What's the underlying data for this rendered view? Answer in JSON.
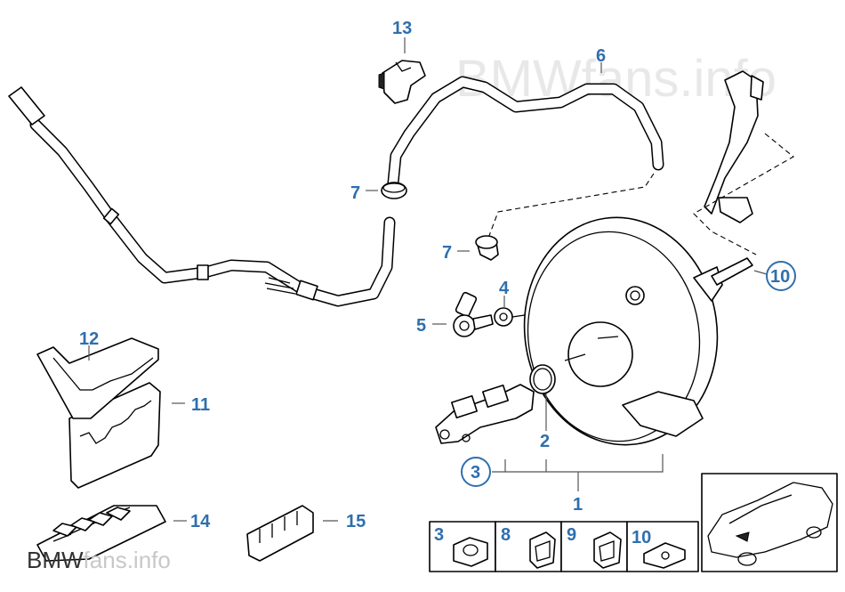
{
  "watermark_top": "BMWfans.info",
  "watermark_bottom": {
    "prefix": "BMW",
    "suffix": "fans.info"
  },
  "callouts": {
    "c1": "1",
    "c2": "2",
    "c3": "3",
    "c4": "4",
    "c5": "5",
    "c6": "6",
    "c7a": "7",
    "c7b": "7",
    "c10": "10",
    "c11": "11",
    "c12": "12",
    "c13": "13",
    "c14": "14",
    "c15": "15"
  },
  "small_parts": [
    "3",
    "8",
    "9",
    "10"
  ],
  "colors": {
    "callout": "#2f6fad",
    "line": "#000000"
  }
}
